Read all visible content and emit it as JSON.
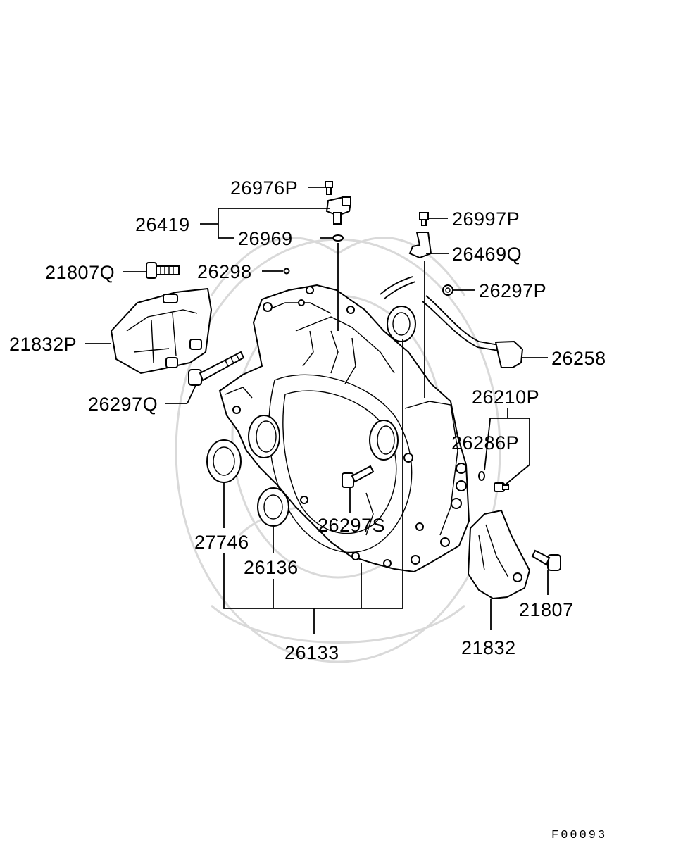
{
  "figure_code": "F00093",
  "labels": {
    "l26976P": "26976P",
    "l26419": "26419",
    "l26969": "26969",
    "l26298": "26298",
    "l21807Q": "21807Q",
    "l21832P": "21832P",
    "l26297Q": "26297Q",
    "l26997P": "26997P",
    "l26469Q": "26469Q",
    "l26297P": "26297P",
    "l26258": "26258",
    "l26210P": "26210P",
    "l26286P": "26286P",
    "l27746": "27746",
    "l26136": "26136",
    "l26297S": "26297S",
    "l26133": "26133",
    "l21807": "21807",
    "l21832": "21832"
  }
}
